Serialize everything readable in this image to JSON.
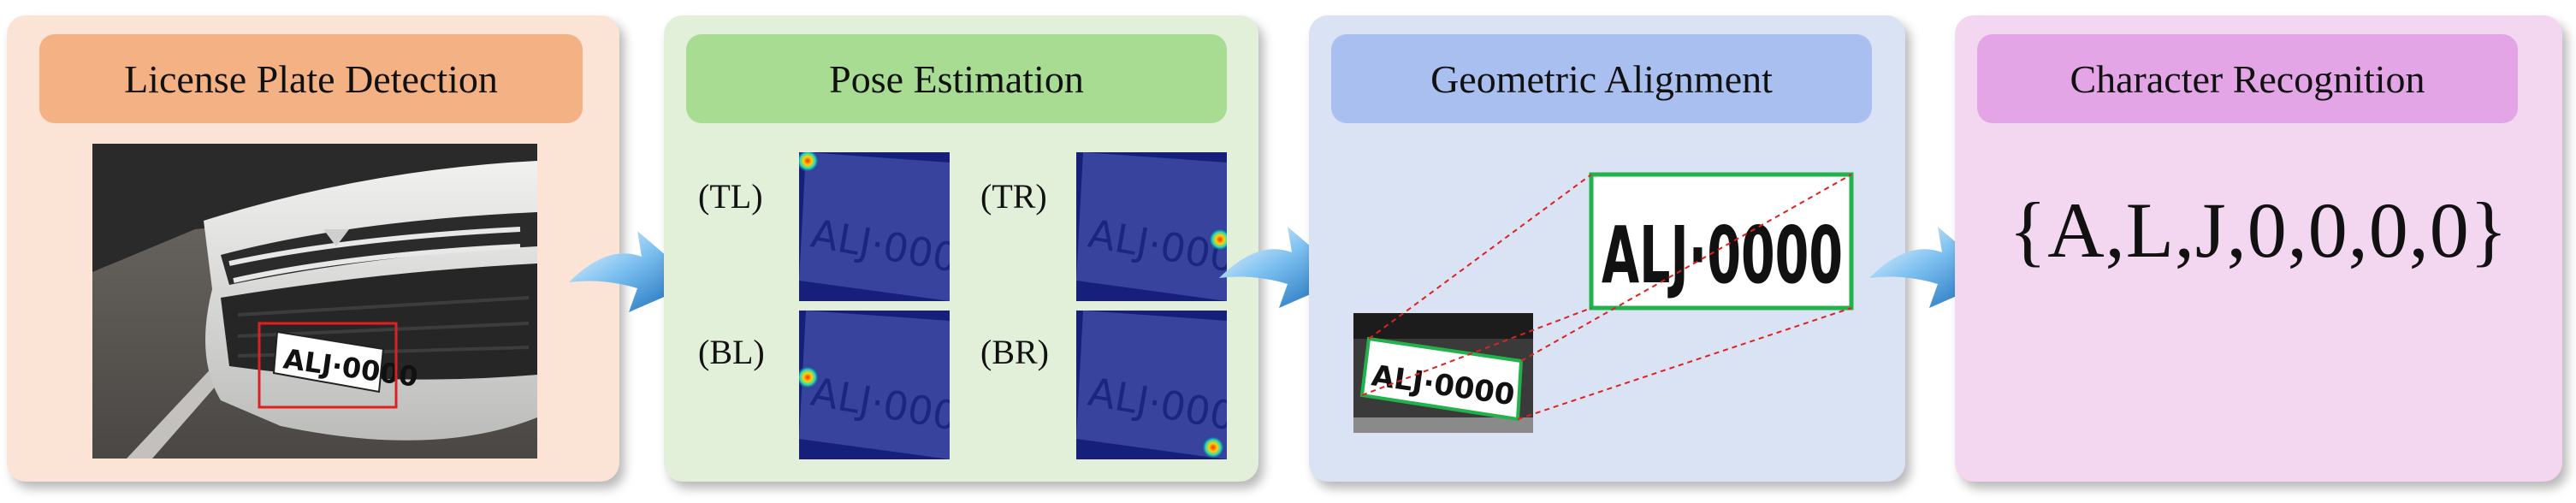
{
  "stages": [
    {
      "title": "License Plate Detection"
    },
    {
      "title": "Pose Estimation"
    },
    {
      "title": "Geometric Alignment"
    },
    {
      "title": "Character Recognition"
    }
  ],
  "pose": {
    "tl": "(TL)",
    "tr": "(TR)",
    "bl": "(BL)",
    "br": "(BR)"
  },
  "plate_text": "ALJ·0000",
  "recognition_result": "{A,L,J,0,0,0,0}",
  "colors": {
    "detection_box": "#e02020",
    "alignment_box": "#22b24c",
    "heatmap_bg": "#16207a",
    "arrow": "#1f86d8"
  }
}
